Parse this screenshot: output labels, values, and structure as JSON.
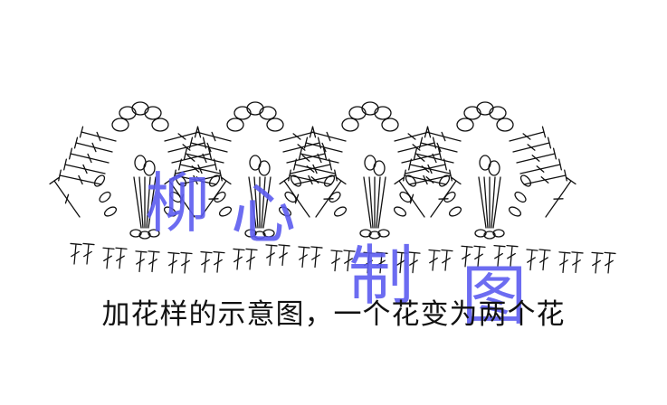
{
  "caption": "加花样的示意图，一个花变为两个花",
  "watermark": {
    "text": "柳心制图",
    "color": "#5c5cf0"
  },
  "colors": {
    "background": "#ffffff",
    "stitch": "#111111"
  },
  "pattern": {
    "motif_count": 4,
    "base_row_double_crochet_count": 17
  }
}
